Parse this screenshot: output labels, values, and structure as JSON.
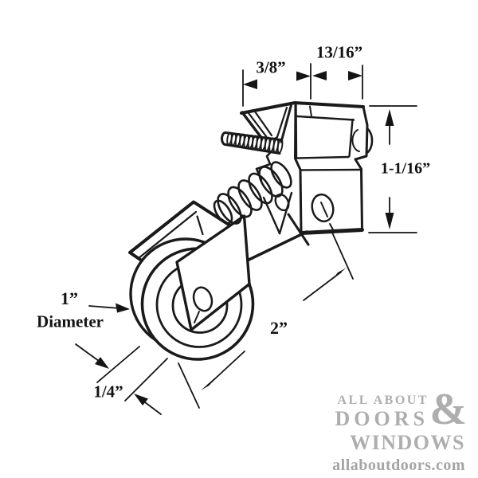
{
  "dimensions": {
    "top_left_width": "3/8”",
    "top_right_width": "13/16”",
    "right_height": "1-1/16”",
    "wheel_diameter_value": "1”",
    "wheel_diameter_word": "Diameter",
    "assembly_length": "2”",
    "wheel_offset": "1/4”"
  },
  "watermark": {
    "line1": "ALL ABOUT",
    "line2": "DOORS",
    "ampersand": "&",
    "line3": "WINDOWS",
    "website": "allaboutdoors.com",
    "color": "#aeaeae"
  },
  "drawing": {
    "line_color": "#1a1a1a",
    "background": "#ffffff"
  }
}
